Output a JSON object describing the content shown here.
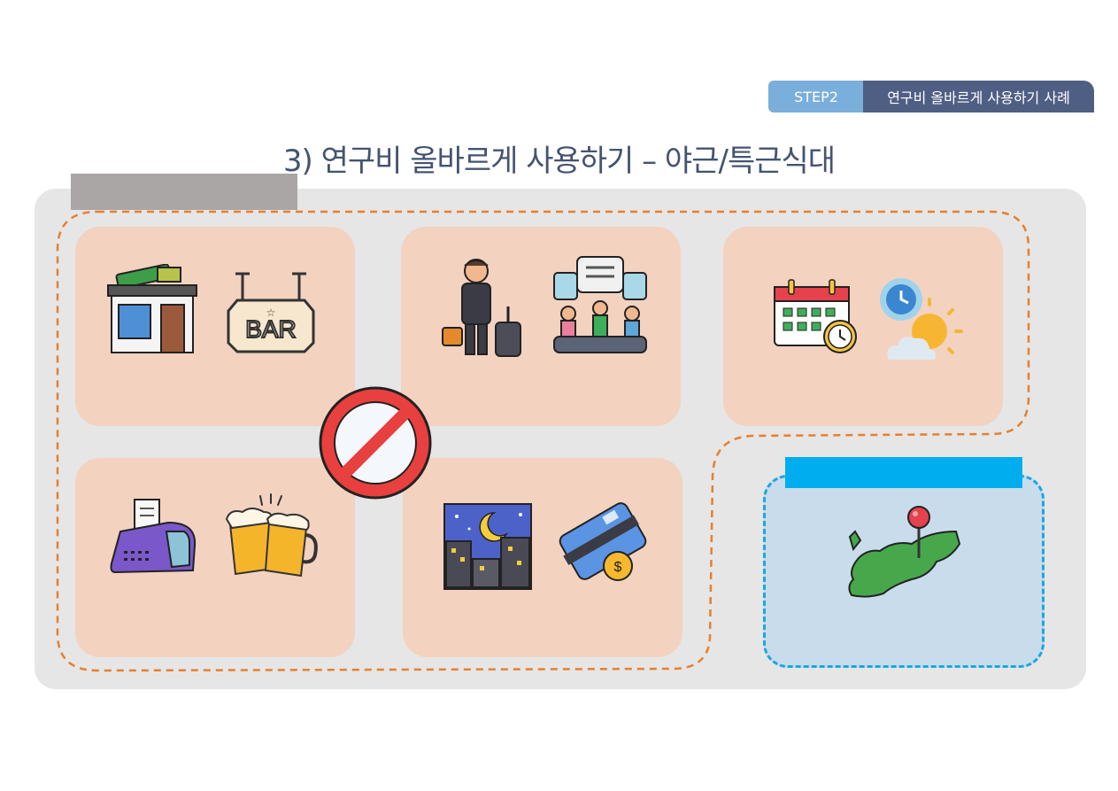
{
  "header": {
    "step_label": "STEP2",
    "section_title": "연구비 올바르게 사용하기 사례"
  },
  "page_title": "3) 연구비 올바르게 사용하기 – 야근/특근식대",
  "colors": {
    "step_badge": "#7aaedb",
    "section_badge": "#4f5f84",
    "title_text": "#44546f",
    "panel": "#e6e6e6",
    "card": "#f3d2c0",
    "dashed_frame": "#e87f2d",
    "map_box": "#c9dcec",
    "map_border": "#1aa7e1",
    "cyan_bar": "#00aeef"
  },
  "cards": [
    {
      "icons": [
        "store-icon",
        "bar-sign-icon"
      ],
      "sign_text": "BAR"
    },
    {
      "icons": [
        "businessman-travel-icon",
        "meeting-icon"
      ]
    },
    {
      "icons": [
        "calendar-clock-icon",
        "day-weather-icon"
      ]
    },
    {
      "icons": [
        "card-terminal-icon",
        "beer-mugs-icon"
      ]
    },
    {
      "icons": [
        "night-city-icon",
        "credit-card-icon"
      ]
    }
  ],
  "prohibition_icon": "no-entry-icon",
  "map_icon": "map-pin-icon"
}
